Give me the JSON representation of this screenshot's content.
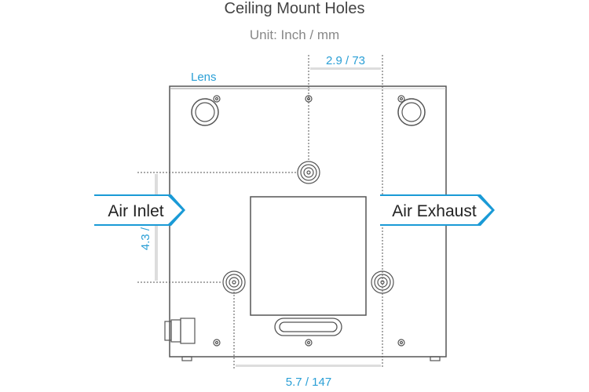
{
  "title": "Ceiling Mount Holes",
  "subtitle": "Unit: Inch / mm",
  "labels": {
    "lens": "Lens",
    "air_inlet": "Air Inlet",
    "air_exhaust": "Air Exhaust"
  },
  "dimensions": {
    "top_offset": "2.9 / 73",
    "vertical_spacing": "4.3 / 109",
    "bottom_spacing": "5.7 / 147"
  },
  "colors": {
    "accent": "#2a9fd6",
    "outline": "#555555",
    "arrow": "#1a9ad6"
  }
}
